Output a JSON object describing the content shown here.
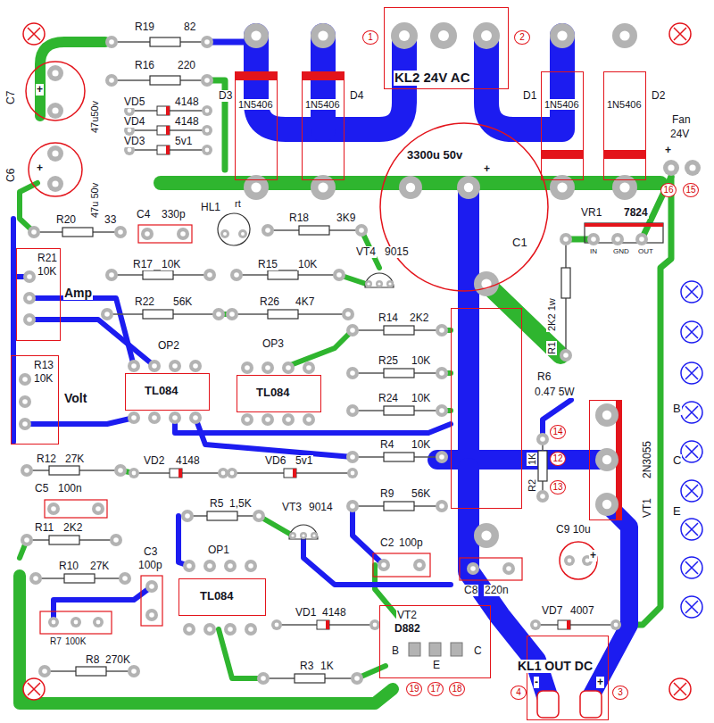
{
  "diagram": {
    "nodes": [
      {
        "text": [
          "D3",
          "1N5406"
        ]
      },
      {
        "text": [
          "D4",
          "1N5406"
        ]
      },
      {
        "text": [
          "KL2 24V AC"
        ]
      },
      {
        "text": [
          "D1",
          "1N5406"
        ]
      },
      {
        "text": [
          "D2",
          "1N5406"
        ]
      },
      {
        "text": [
          "3300u 50v",
          "C1"
        ]
      },
      {
        "text": [
          "VR1",
          "7824",
          "IN",
          "GND",
          "OUT"
        ]
      },
      {
        "text": [
          "R21",
          "10K",
          "Amp"
        ]
      },
      {
        "text": [
          "OP2",
          "TL084"
        ]
      },
      {
        "text": [
          "OP3",
          "TL084"
        ]
      },
      {
        "text": [
          "R6",
          "0.47 5W"
        ]
      },
      {
        "text": [
          "R13",
          "10K",
          "Volt"
        ]
      },
      {
        "text": [
          "VT1",
          "2N3055",
          "B",
          "C",
          "E"
        ]
      },
      {
        "text": [
          "C9 10u"
        ]
      },
      {
        "text": [
          "OP1",
          "TL084"
        ]
      },
      {
        "text": [
          "VT2",
          "D882",
          "B",
          "C",
          "E"
        ]
      },
      {
        "text": [
          "KL1 OUT DC"
        ]
      }
    ],
    "labels": [
      "R19",
      "82",
      "R16",
      "220",
      "VD5",
      "4148",
      "VD4",
      "4148",
      "VD3",
      "5v1",
      "C7",
      "47u50v",
      "C6",
      "47u 50v",
      "+",
      "+",
      "R20",
      "33",
      "C4",
      "330p",
      "HL1",
      "rt",
      "R18",
      "3K9",
      "R17",
      "10K",
      "R15",
      "10K",
      "VT4",
      "9015",
      "R22",
      "56K",
      "R26",
      "4K7",
      "R14",
      "2K2",
      "R25",
      "10K",
      "R24",
      "10K",
      "R12",
      "27K",
      "VD2",
      "4148",
      "VD6",
      "5v1",
      "R4",
      "10K",
      "C5",
      "100n",
      "R9",
      "56K",
      "R5",
      "1,5K",
      "VT3",
      "9014",
      "R11",
      "2K2",
      "C2",
      "100p",
      "R10",
      "27K",
      "C3",
      "100p",
      "C8",
      "220n",
      "VD1",
      "4148",
      "VD7",
      "4007",
      "R7",
      "100K",
      "R8",
      "270K",
      "R3",
      "1K",
      "2K2 1w",
      "R1",
      "1K",
      "R2",
      "Fan",
      "24V",
      "+",
      "16",
      "15",
      "1",
      "2",
      "14",
      "12",
      "13",
      "+",
      "19",
      "17",
      "18",
      "-",
      "+",
      "4",
      "3",
      "+"
    ]
  }
}
